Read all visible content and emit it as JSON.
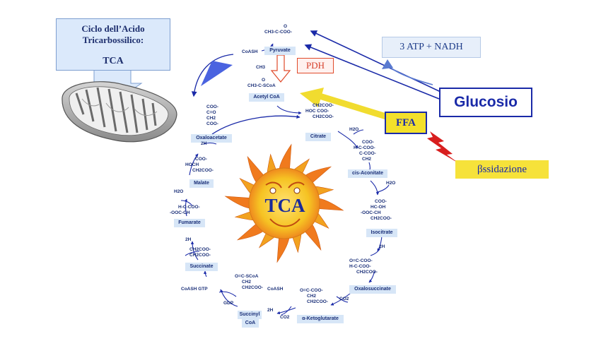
{
  "title_box": {
    "line1": "Ciclo dell’Acido",
    "line2": "Tricarbossilico:",
    "line3": "TCA"
  },
  "labels": {
    "atp_nadh": "3 ATP + NADH",
    "pdh": "PDH",
    "glucosio": "Glucosio",
    "ffa": "FFA",
    "beta_ossidazione": "βssidazione",
    "sun_center": "TCA"
  },
  "metabolites": {
    "pyruvate": "Pyruvate",
    "acetyl_coa": "Acetyl CoA",
    "citrate": "Citrate",
    "cis_aconitate": "cis-Aconitate",
    "isocitrate": "Isocitrate",
    "oxalosuccinate": "Oxalosuccinate",
    "ketoglutarate": "α-Ketoglutarate",
    "succinyl_coa_1": "Succinyl",
    "succinyl_coa_2": "CoA",
    "succinate": "Succinate",
    "fumarate": "Fumarate",
    "malate": "Malate",
    "oxaloacetate": "Oxaloacetate"
  },
  "cofactors": {
    "coash_1": "CoASH",
    "h2o_citrate": "H2O",
    "h2o_isocitrate": "H2O",
    "two_h_isocitrate": "2H",
    "co2_oxalo": "CO2",
    "coash_2": "CoASH",
    "two_h_keto": "2H",
    "co2_keto": "CO2",
    "coash_gtp": "CoASH  GTP",
    "gdp": "GDP",
    "two_h_succinate": "2H",
    "h2o_fumarate": "H2O",
    "two_h_oxalo": "2H"
  },
  "structures": {
    "pyruvate": [
      "O",
      "CH3-C-COO-"
    ],
    "acetyl_coa": [
      "O",
      "CH3-C-SCoA"
    ],
    "ch3": "CH3",
    "citrate": [
      "CH2COO-",
      "HOC COO-",
      "CH2COO-"
    ],
    "cis_aconitate": [
      "COO-",
      "H-C-COO-",
      "C-COO-",
      "CH2"
    ],
    "isocitrate": [
      "COO-",
      "HC-OH",
      "-OOC-CH",
      "CH2COO-"
    ],
    "oxalosuccinate": [
      "O=C-COO-",
      "H-C-COO-",
      "CH2COO-"
    ],
    "ketoglutarate": [
      "O=C-COO-",
      "CH2",
      "CH2COO-"
    ],
    "succinyl_coa": [
      "O=C-SCoA",
      "CH2",
      "CH2COO-"
    ],
    "succinate": [
      "CH2COO-",
      "CH2COO-"
    ],
    "fumarate": [
      "H-C-COO-",
      "-OOC-CH"
    ],
    "malate": [
      "COO-",
      "HOCH",
      "CH2COO-"
    ],
    "oxaloacetate": [
      "COO-",
      "C=O",
      "CH2",
      "COO-"
    ]
  },
  "colors": {
    "navy_arrow": "#1a2aa8",
    "label_fill": "#d7e6f7",
    "yellow_arrow": "#f1dc2f",
    "red_bolt": "#d81e1e",
    "sun_orange": "#f07a1e",
    "sun_yellow": "#f6c323"
  }
}
